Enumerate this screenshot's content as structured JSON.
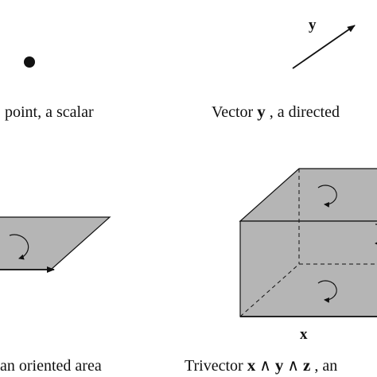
{
  "colors": {
    "face_fill": "#b5b5b5",
    "stroke": "#111111",
    "background": "#ffffff"
  },
  "labels": {
    "vector_symbol": "y",
    "cube_axis": "x",
    "scalar_caption": "point, a scalar",
    "vector_caption_prefix": "Vector ",
    "vector_caption_symbol": "y",
    "vector_caption_suffix": ", a directed",
    "bivector_caption": "an oriented area",
    "trivector_caption_prefix": "Trivector ",
    "trivector_caption_x": "x",
    "trivector_caption_wedge1": " ∧ ",
    "trivector_caption_y": "y",
    "trivector_caption_wedge2": " ∧ ",
    "trivector_caption_z": "z",
    "trivector_caption_suffix": " , an"
  },
  "icons": {
    "rotation_arrow": "circular-arrow-icon",
    "vector_arrow": "arrow-icon"
  }
}
